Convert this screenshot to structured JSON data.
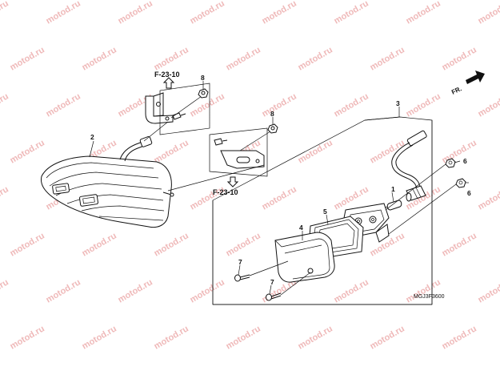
{
  "diagram": {
    "watermark": "motod.ru",
    "direction_label": "FR.",
    "reference_top": "F-23-10",
    "reference_bottom": "F-23-10",
    "drawing_code": "MGJ3F3600",
    "callouts": [
      "1",
      "2",
      "3",
      "4",
      "5",
      "6",
      "6",
      "7",
      "7",
      "8",
      "8"
    ]
  }
}
